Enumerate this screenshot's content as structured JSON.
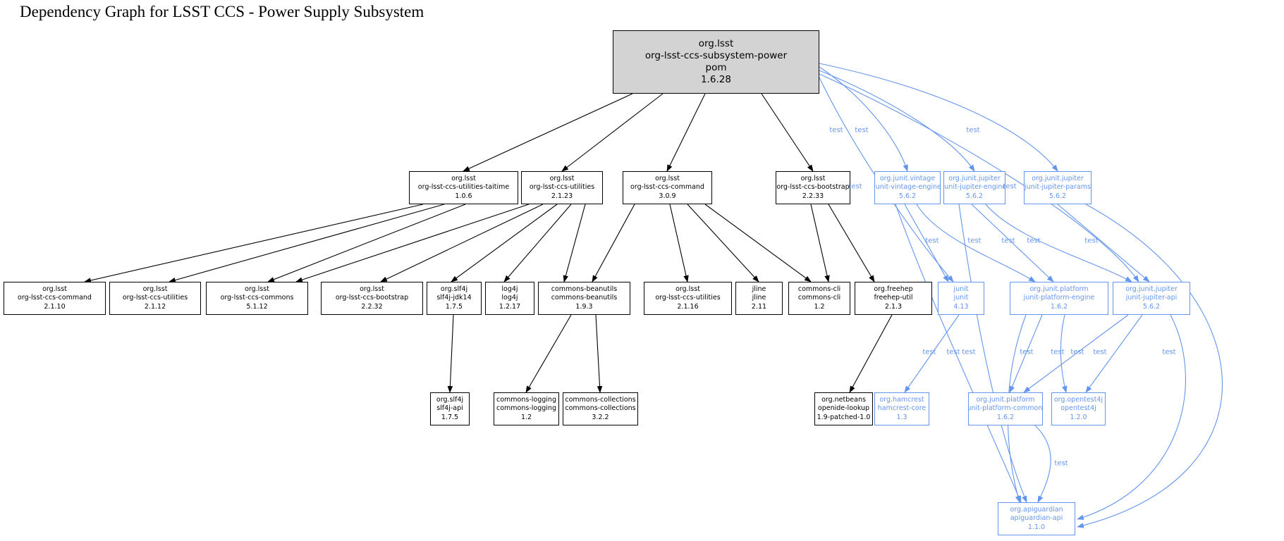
{
  "title": "Dependency Graph for LSST CCS - Power Supply Subsystem",
  "edge_label": "test",
  "colors": {
    "compile_edge": "#000000",
    "test_edge": "#6495ED",
    "root_fill": "#d3d3d3",
    "node_fill": "#ffffff"
  },
  "graph": {
    "nodes": [
      {
        "id": "root",
        "kind": "root",
        "lines": [
          "org.lsst",
          "org-lsst-ccs-subsystem-power",
          "pom",
          "1.6.28"
        ]
      },
      {
        "id": "taitime",
        "kind": "compile",
        "lines": [
          "org.lsst",
          "org-lsst-ccs-utilities-taitime",
          "1.0.6"
        ]
      },
      {
        "id": "util2123",
        "kind": "compile",
        "lines": [
          "org.lsst",
          "org-lsst-ccs-utilities",
          "2.1.23"
        ]
      },
      {
        "id": "cmd309",
        "kind": "compile",
        "lines": [
          "org.lsst",
          "org-lsst-ccs-command",
          "3.0.9"
        ]
      },
      {
        "id": "boot2233",
        "kind": "compile",
        "lines": [
          "org.lsst",
          "org-lsst-ccs-bootstrap",
          "2.2.33"
        ]
      },
      {
        "id": "vintage",
        "kind": "test",
        "lines": [
          "org.junit.vintage",
          "junit-vintage-engine",
          "5.6.2"
        ]
      },
      {
        "id": "jupeng",
        "kind": "test",
        "lines": [
          "org.junit.jupiter",
          "junit-jupiter-engine",
          "5.6.2"
        ]
      },
      {
        "id": "jupparams",
        "kind": "test",
        "lines": [
          "org.junit.jupiter",
          "junit-jupiter-params",
          "5.6.2"
        ]
      },
      {
        "id": "cmd2110",
        "kind": "compile",
        "lines": [
          "org.lsst",
          "org-lsst-ccs-command",
          "2.1.10"
        ]
      },
      {
        "id": "util2112",
        "kind": "compile",
        "lines": [
          "org.lsst",
          "org-lsst-ccs-utilities",
          "2.1.12"
        ]
      },
      {
        "id": "commons5112",
        "kind": "compile",
        "lines": [
          "org.lsst",
          "org-lsst-ccs-commons",
          "5.1.12"
        ]
      },
      {
        "id": "boot2232",
        "kind": "compile",
        "lines": [
          "org.lsst",
          "org-lsst-ccs-bootstrap",
          "2.2.32"
        ]
      },
      {
        "id": "slf4jjdk",
        "kind": "compile",
        "lines": [
          "org.slf4j",
          "slf4j-jdk14",
          "1.7.5"
        ]
      },
      {
        "id": "log4j",
        "kind": "compile",
        "lines": [
          "log4j",
          "log4j",
          "1.2.17"
        ]
      },
      {
        "id": "beanutils",
        "kind": "compile",
        "lines": [
          "commons-beanutils",
          "commons-beanutils",
          "1.9.3"
        ]
      },
      {
        "id": "util2116",
        "kind": "compile",
        "lines": [
          "org.lsst",
          "org-lsst-ccs-utilities",
          "2.1.16"
        ]
      },
      {
        "id": "jline",
        "kind": "compile",
        "lines": [
          "jline",
          "jline",
          "2.11"
        ]
      },
      {
        "id": "cli",
        "kind": "compile",
        "lines": [
          "commons-cli",
          "commons-cli",
          "1.2"
        ]
      },
      {
        "id": "freehep",
        "kind": "compile",
        "lines": [
          "org.freehep",
          "freehep-util",
          "2.1.3"
        ]
      },
      {
        "id": "junit413",
        "kind": "test",
        "lines": [
          "junit",
          "junit",
          "4.13"
        ]
      },
      {
        "id": "jpe",
        "kind": "test",
        "lines": [
          "org.junit.platform",
          "junit-platform-engine",
          "1.6.2"
        ]
      },
      {
        "id": "jja",
        "kind": "test",
        "lines": [
          "org.junit.jupiter",
          "junit-jupiter-api",
          "5.6.2"
        ]
      },
      {
        "id": "slf4japi",
        "kind": "compile",
        "lines": [
          "org.slf4j",
          "slf4j-api",
          "1.7.5"
        ]
      },
      {
        "id": "clogging",
        "kind": "compile",
        "lines": [
          "commons-logging",
          "commons-logging",
          "1.2"
        ]
      },
      {
        "id": "ccoll",
        "kind": "compile",
        "lines": [
          "commons-collections",
          "commons-collections",
          "3.2.2"
        ]
      },
      {
        "id": "openide",
        "kind": "compile",
        "lines": [
          "org.netbeans",
          "openide-lookup",
          "1.9-patched-1.0"
        ]
      },
      {
        "id": "hamcrest",
        "kind": "test",
        "lines": [
          "org.hamcrest",
          "hamcrest-core",
          "1.3"
        ]
      },
      {
        "id": "jpc",
        "kind": "test",
        "lines": [
          "org.junit.platform",
          "junit-platform-commons",
          "1.6.2"
        ]
      },
      {
        "id": "opentest",
        "kind": "test",
        "lines": [
          "org.opentest4j",
          "opentest4j",
          "1.2.0"
        ]
      },
      {
        "id": "apiguardian",
        "kind": "test",
        "lines": [
          "org.apiguardian",
          "apiguardian-api",
          "1.1.0"
        ]
      }
    ],
    "edges": [
      {
        "from": "root",
        "to": "taitime",
        "scope": "compile"
      },
      {
        "from": "root",
        "to": "util2123",
        "scope": "compile"
      },
      {
        "from": "root",
        "to": "cmd309",
        "scope": "compile"
      },
      {
        "from": "root",
        "to": "boot2233",
        "scope": "compile"
      },
      {
        "from": "taitime",
        "to": "cmd2110",
        "scope": "compile"
      },
      {
        "from": "taitime",
        "to": "util2112",
        "scope": "compile"
      },
      {
        "from": "taitime",
        "to": "commons5112",
        "scope": "compile"
      },
      {
        "from": "util2123",
        "to": "commons5112",
        "scope": "compile"
      },
      {
        "from": "util2123",
        "to": "boot2232",
        "scope": "compile"
      },
      {
        "from": "util2123",
        "to": "slf4jjdk",
        "scope": "compile"
      },
      {
        "from": "util2123",
        "to": "log4j",
        "scope": "compile"
      },
      {
        "from": "util2123",
        "to": "beanutils",
        "scope": "compile"
      },
      {
        "from": "cmd309",
        "to": "beanutils",
        "scope": "compile"
      },
      {
        "from": "cmd309",
        "to": "util2116",
        "scope": "compile"
      },
      {
        "from": "cmd309",
        "to": "jline",
        "scope": "compile"
      },
      {
        "from": "cmd309",
        "to": "cli",
        "scope": "compile"
      },
      {
        "from": "boot2233",
        "to": "cli",
        "scope": "compile"
      },
      {
        "from": "boot2233",
        "to": "freehep",
        "scope": "compile"
      },
      {
        "from": "slf4jjdk",
        "to": "slf4japi",
        "scope": "compile"
      },
      {
        "from": "beanutils",
        "to": "clogging",
        "scope": "compile"
      },
      {
        "from": "beanutils",
        "to": "ccoll",
        "scope": "compile"
      },
      {
        "from": "freehep",
        "to": "openide",
        "scope": "compile"
      },
      {
        "from": "root",
        "to": "vintage",
        "scope": "test",
        "labeled": true
      },
      {
        "from": "root",
        "to": "jupeng",
        "scope": "test",
        "labeled": true
      },
      {
        "from": "root",
        "to": "jupparams",
        "scope": "test",
        "labeled": true
      },
      {
        "from": "root",
        "to": "junit413",
        "scope": "test",
        "labeled": true
      },
      {
        "from": "root",
        "to": "jja",
        "scope": "test",
        "labeled": true
      },
      {
        "from": "vintage",
        "to": "junit413",
        "scope": "test",
        "labeled": true
      },
      {
        "from": "vintage",
        "to": "jpe",
        "scope": "test",
        "labeled": true
      },
      {
        "from": "jupeng",
        "to": "jpe",
        "scope": "test",
        "labeled": true
      },
      {
        "from": "jupeng",
        "to": "jja",
        "scope": "test",
        "labeled": true
      },
      {
        "from": "jupparams",
        "to": "jja",
        "scope": "test",
        "labeled": true
      },
      {
        "from": "junit413",
        "to": "hamcrest",
        "scope": "test",
        "labeled": true
      },
      {
        "from": "vintage",
        "to": "apiguardian",
        "scope": "test",
        "labeled": true
      },
      {
        "from": "jupeng",
        "to": "apiguardian",
        "scope": "test",
        "labeled": true
      },
      {
        "from": "jpe",
        "to": "jpc",
        "scope": "test",
        "labeled": true
      },
      {
        "from": "jpe",
        "to": "opentest",
        "scope": "test",
        "labeled": true
      },
      {
        "from": "jja",
        "to": "jpc",
        "scope": "test",
        "labeled": true
      },
      {
        "from": "jja",
        "to": "opentest",
        "scope": "test",
        "labeled": true
      },
      {
        "from": "jja",
        "to": "apiguardian",
        "scope": "test",
        "labeled": true
      },
      {
        "from": "jupparams",
        "to": "apiguardian",
        "scope": "test"
      },
      {
        "from": "jpe",
        "to": "apiguardian",
        "scope": "test"
      },
      {
        "from": "jpc",
        "to": "apiguardian",
        "scope": "test",
        "labeled": true
      }
    ]
  }
}
